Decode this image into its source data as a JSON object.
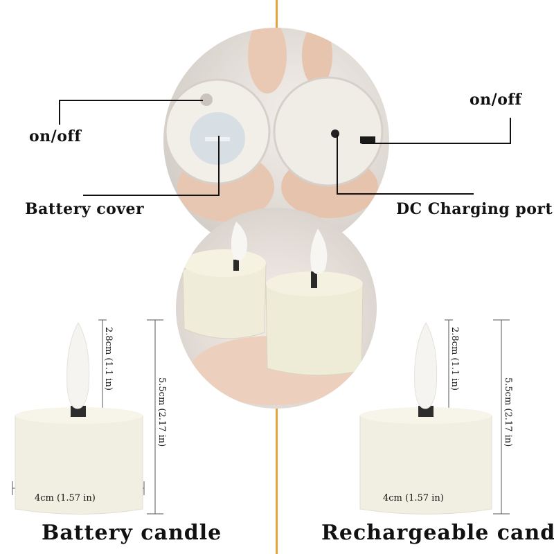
{
  "callouts": {
    "left_onoff": "on/off",
    "battery_cover": "Battery cover",
    "right_onoff": "on/off",
    "dc_port": "DC Charging port"
  },
  "left_product": {
    "flame_height": "2.8cm (1.1 in)",
    "total_height": "5.5cm (2.17 in)",
    "width": "4cm (1.57 in)",
    "title": "Battery candle"
  },
  "right_product": {
    "flame_height": "2.8cm (1.1 in)",
    "total_height": "5.5cm (2.17 in)",
    "width": "4cm (1.57 in)",
    "title": "Rechargeable candle"
  },
  "colors": {
    "divider": "#e8a23c",
    "candle_body": "#f1efe2",
    "flame": "#f6f4f0"
  }
}
